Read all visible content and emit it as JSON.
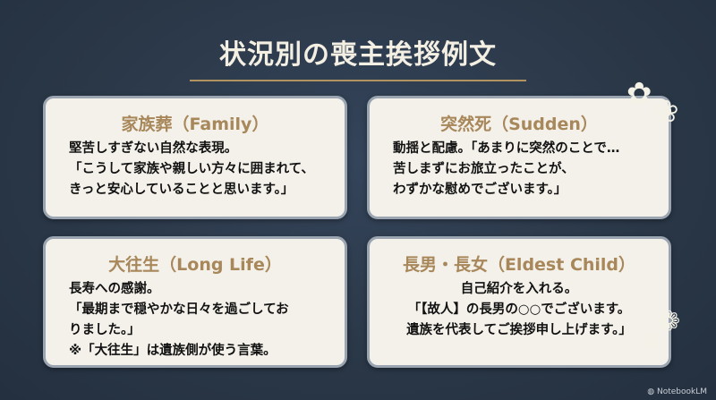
{
  "title": "状況別の喪主挨拶例文",
  "cards": [
    {
      "heading": "家族葬（Family）",
      "lines": [
        "堅苦しすぎない自然な表現。",
        "「こうして家族や親しい方々に囲まれて、",
        "きっと安心していることと思います。」"
      ]
    },
    {
      "heading": "突然死（Sudden）",
      "lines": [
        "動揺と配慮。「あまりに突然のことで…",
        "苦しまずにお旅立ったことが、",
        "わずかな慰めでございます。」"
      ]
    },
    {
      "heading": "大往生（Long Life）",
      "lines": [
        "長寿への感謝。",
        "「最期まで穏やかな日々を過ごしてお",
        "りました。」",
        "※「大往生」は遺族側が使う言葉。"
      ]
    },
    {
      "heading": "長男・長女（Eldest Child）",
      "lines": [
        "自己紹介を入れる。",
        "「【故人】の長男の○○でございます。",
        "遺族を代表してご挨拶申し上げます。」"
      ]
    }
  ],
  "watermark": "NotebookLM",
  "colors": {
    "background": "#2b3949",
    "card": "#f3f1ea",
    "accent": "#a8875a"
  }
}
